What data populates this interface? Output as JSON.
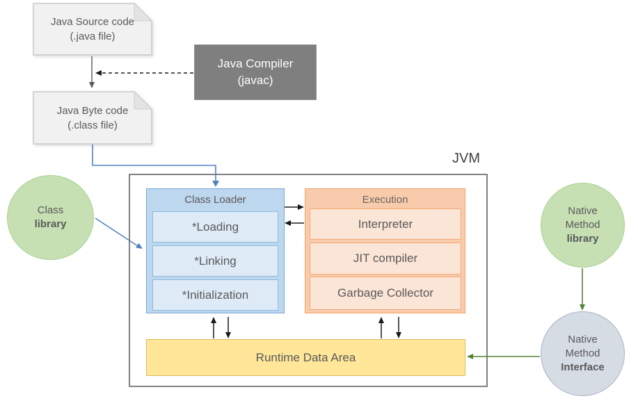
{
  "diagram": {
    "jvm_label": "JVM",
    "java_source": {
      "line1": "Java Source code",
      "line2": "(.java file)"
    },
    "java_compiler": {
      "line1": "Java Compiler",
      "line2": "(javac)"
    },
    "java_bytecode": {
      "line1": "Java Byte code",
      "line2": "(.class file)"
    },
    "class_library": {
      "line1": "Class",
      "line2": "library"
    },
    "class_loader": {
      "title": "Class Loader",
      "items": [
        "*Loading",
        "*Linking",
        "*Initialization"
      ]
    },
    "execution": {
      "title": "Execution",
      "items": [
        "Interpreter",
        "JIT compiler",
        "Garbage Collector"
      ]
    },
    "runtime_data_area": "Runtime Data Area",
    "native_method_library": {
      "line1": "Native",
      "line2": "Method",
      "line3": "library"
    },
    "native_method_interface": {
      "line1": "Native",
      "line2": "Method",
      "line3": "Interface"
    },
    "colors": {
      "loader_header_fill": "#bdd7ee",
      "loader_item_fill": "#deebf7",
      "loader_border": "#7ba7d4",
      "execution_header_fill": "#f8cbad",
      "execution_item_fill": "#fbe5d6",
      "execution_border": "#efa368",
      "runtime_fill": "#ffe699",
      "runtime_border": "#ddbd56",
      "library_circle_fill": "#c6e0b4",
      "library_circle_border": "#a9d18e",
      "interface_circle_fill": "#d6dce4",
      "interface_circle_border": "#aab4c4",
      "compiler_fill": "#7f7f7f",
      "document_fill": "#f1f1f1",
      "jvm_border": "#808080",
      "blue_connector": "#4f81bd",
      "green_connector": "#548235",
      "black_connector": "#1a1a1a",
      "text_gray": "#595959"
    }
  }
}
